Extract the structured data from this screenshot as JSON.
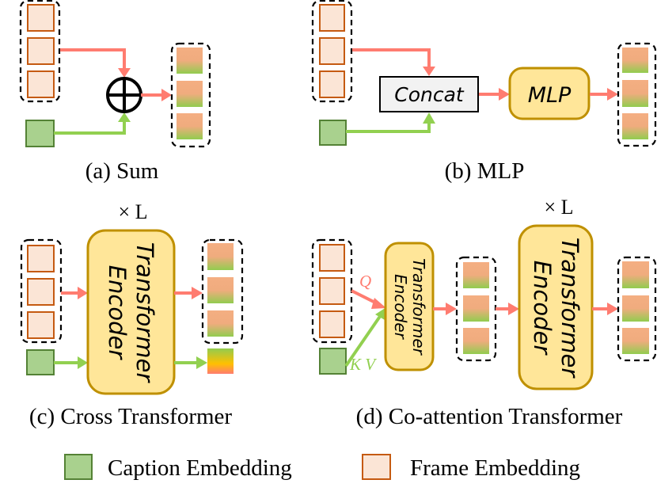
{
  "panels": {
    "a": {
      "caption": "(a) Sum",
      "operator_symbol": "⊕"
    },
    "b": {
      "caption": "(b) MLP",
      "concat_label": "Concat",
      "mlp_label": "MLP"
    },
    "c": {
      "caption": "(c) Cross Transformer",
      "repeat_label": "× L",
      "encoder_line1": "Transformer",
      "encoder_line2": "Encoder"
    },
    "d": {
      "caption": "(d) Co-attention Transformer",
      "repeat_label": "× L",
      "query_label": "Q",
      "key_value_label": "K V",
      "encoder_line1": "Transformer",
      "encoder_line2": "Encoder"
    }
  },
  "legend": {
    "caption_embedding": "Caption Embedding",
    "frame_embedding": "Frame Embedding"
  },
  "colors": {
    "frame_fill": "#FBE5D6",
    "frame_stroke": "#C55A11",
    "caption_fill": "#A9D18E",
    "caption_stroke": "#548235",
    "frame_arrow": "#FF7C70",
    "caption_arrow": "#92D050",
    "encoder_fill": "#FFE699",
    "encoder_stroke": "#BF9000",
    "fused_top": "#F4AE82",
    "fused_bottom": "#92CC4F"
  }
}
